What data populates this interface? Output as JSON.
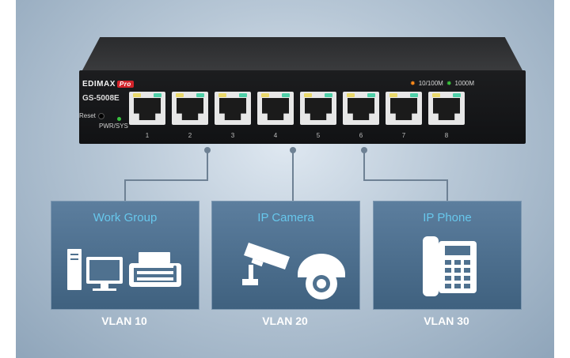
{
  "switch": {
    "brand": "EDIMAX",
    "brand_tag": "Pro",
    "model": "GS-5008E",
    "reset_label": "Reset",
    "power_label": "PWR/SYS",
    "legend_slow": "10/100M",
    "legend_fast": "1000M",
    "ports": [
      "1",
      "2",
      "3",
      "4",
      "5",
      "6",
      "7",
      "8"
    ]
  },
  "groups": [
    {
      "title": "Work Group",
      "vlan": "VLAN 10",
      "icons": [
        "computer-icon",
        "printer-icon"
      ]
    },
    {
      "title": "IP Camera",
      "vlan": "VLAN 20",
      "icons": [
        "cctv-camera-icon",
        "dome-camera-icon"
      ]
    },
    {
      "title": "IP Phone",
      "vlan": "VLAN 30",
      "icons": [
        "desk-phone-icon"
      ]
    }
  ],
  "colors": {
    "title": "#67c7ec",
    "panel": "#4f718f",
    "led_orange": "#ff8a1a",
    "led_green": "#38c23b"
  }
}
